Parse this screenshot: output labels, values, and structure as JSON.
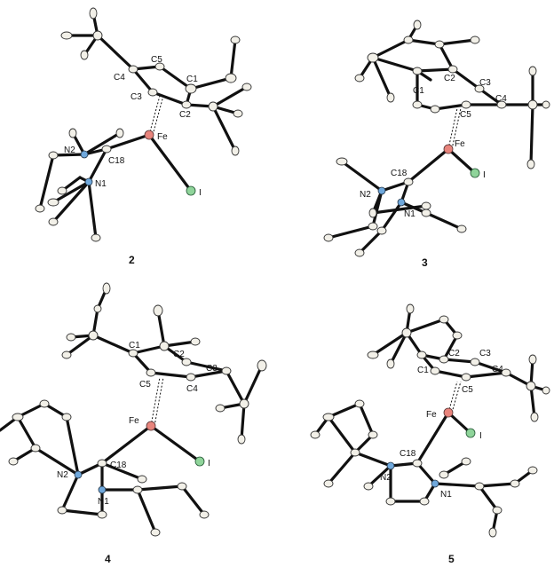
{
  "figure": {
    "panels": [
      {
        "compound": "2",
        "atoms": [
          "C5",
          "C4",
          "C1",
          "C3",
          "C2",
          "Fe",
          "N2",
          "C18",
          "N1",
          "I"
        ]
      },
      {
        "compound": "3",
        "atoms": [
          "C2",
          "C1",
          "C3",
          "C5",
          "C4",
          "Fe",
          "C18",
          "N2",
          "N1",
          "I"
        ]
      },
      {
        "compound": "4",
        "atoms": [
          "C1",
          "C2",
          "C5",
          "C3",
          "C4",
          "Fe",
          "N2",
          "C18",
          "N1",
          "I"
        ]
      },
      {
        "compound": "5",
        "atoms": [
          "C2",
          "C3",
          "C1",
          "C4",
          "C5",
          "Fe",
          "C18",
          "N2",
          "N1",
          "I"
        ]
      }
    ],
    "colors": {
      "nitrogen": "#6fa8dc",
      "iron": "#e8847c",
      "iodine": "#8fd49a",
      "carbon": "#f2f0e8"
    }
  }
}
